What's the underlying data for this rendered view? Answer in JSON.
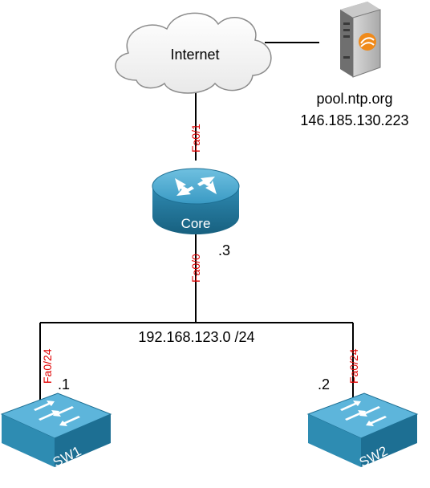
{
  "cloud": {
    "label": "Internet"
  },
  "server": {
    "name": "pool.ntp.org",
    "ip": "146.185.130.223"
  },
  "router": {
    "name": "Core",
    "host_id": ".3",
    "port_up": "Fa0/1",
    "port_down": "Fa0/0"
  },
  "segment": {
    "subnet": "192.168.123.0 /24"
  },
  "switches": [
    {
      "name": "SW1",
      "host_id": ".1",
      "port": "Fa0/24"
    },
    {
      "name": "SW2",
      "host_id": ".2",
      "port": "Fa0/24"
    }
  ],
  "colors": {
    "port_label": "#e00000",
    "device_blue": "#2e8cb2",
    "device_dark": "#1d6f93",
    "server_accent": "#f08a1a"
  }
}
